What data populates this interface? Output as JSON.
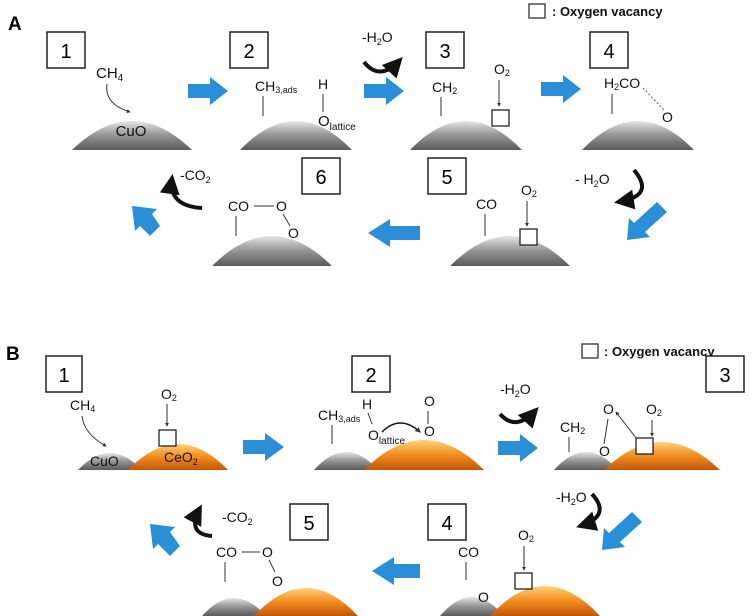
{
  "panels": {
    "a": "A",
    "b": "B"
  },
  "legend": {
    "a": ": Oxygen vacancy",
    "b": ": Oxygen vacancy"
  },
  "a": {
    "steps": [
      "1",
      "2",
      "3",
      "4",
      "5",
      "6"
    ],
    "ch4": "CH",
    "ch4_sub": "4",
    "cuo": "CuO",
    "ch3": "CH",
    "ch3_sub": "3,ads",
    "h": "H",
    "olat": "O",
    "olat_sub": "lattice",
    "ch2": "CH",
    "ch2_sub": "2",
    "o2_3": "O",
    "o2_3_sub": "2",
    "h2co": "H",
    "h2co_sub": "2",
    "h2co_tail": "CO",
    "o_4": "O",
    "minus_h2o_1": "-H",
    "minus_h2o_1_sub": "2",
    "minus_h2o_1_tail": "O",
    "co_5": "CO",
    "o2_5": "O",
    "o2_5_sub": "2",
    "minus_h2o_2": "- H",
    "minus_h2o_2_sub": "2",
    "minus_h2o_2_tail": "O",
    "co_6": "CO",
    "o_6a": "O",
    "o_6b": "O",
    "minus_co2": "-CO",
    "minus_co2_sub": "2"
  },
  "b": {
    "steps": [
      "1",
      "2",
      "3",
      "4",
      "5"
    ],
    "ch4": "CH",
    "ch4_sub": "4",
    "o2_1": "O",
    "o2_1_sub": "2",
    "cuo": "CuO",
    "ceo2": "CeO",
    "ceo2_sub": "2",
    "ch3": "CH",
    "ch3_sub": "3,ads",
    "h": "H",
    "olat": "O",
    "olat_sub": "lattice",
    "o_2a": "O",
    "o_2b": "O",
    "minus_h2o_1": "-H",
    "minus_h2o_1_sub": "2",
    "minus_h2o_1_tail": "O",
    "ch2": "CH",
    "ch2_sub": "2",
    "o_3a": "O",
    "o_3b": "O",
    "o2_3": "O",
    "o2_3_sub": "2",
    "minus_h2o_2": "-H",
    "minus_h2o_2_sub": "2",
    "minus_h2o_2_tail": "O",
    "co_4": "CO",
    "o_4": "O",
    "o2_4": "O",
    "o2_4_sub": "2",
    "co_5": "CO",
    "o_5a": "O",
    "o_5b": "O",
    "minus_co2": "-CO",
    "minus_co2_sub": "2"
  },
  "colors": {
    "arrow": "#2a8fd6",
    "cuo": "#8a8a8a",
    "ceo2": "#f08a1c",
    "curved_arrow": "#111111"
  }
}
